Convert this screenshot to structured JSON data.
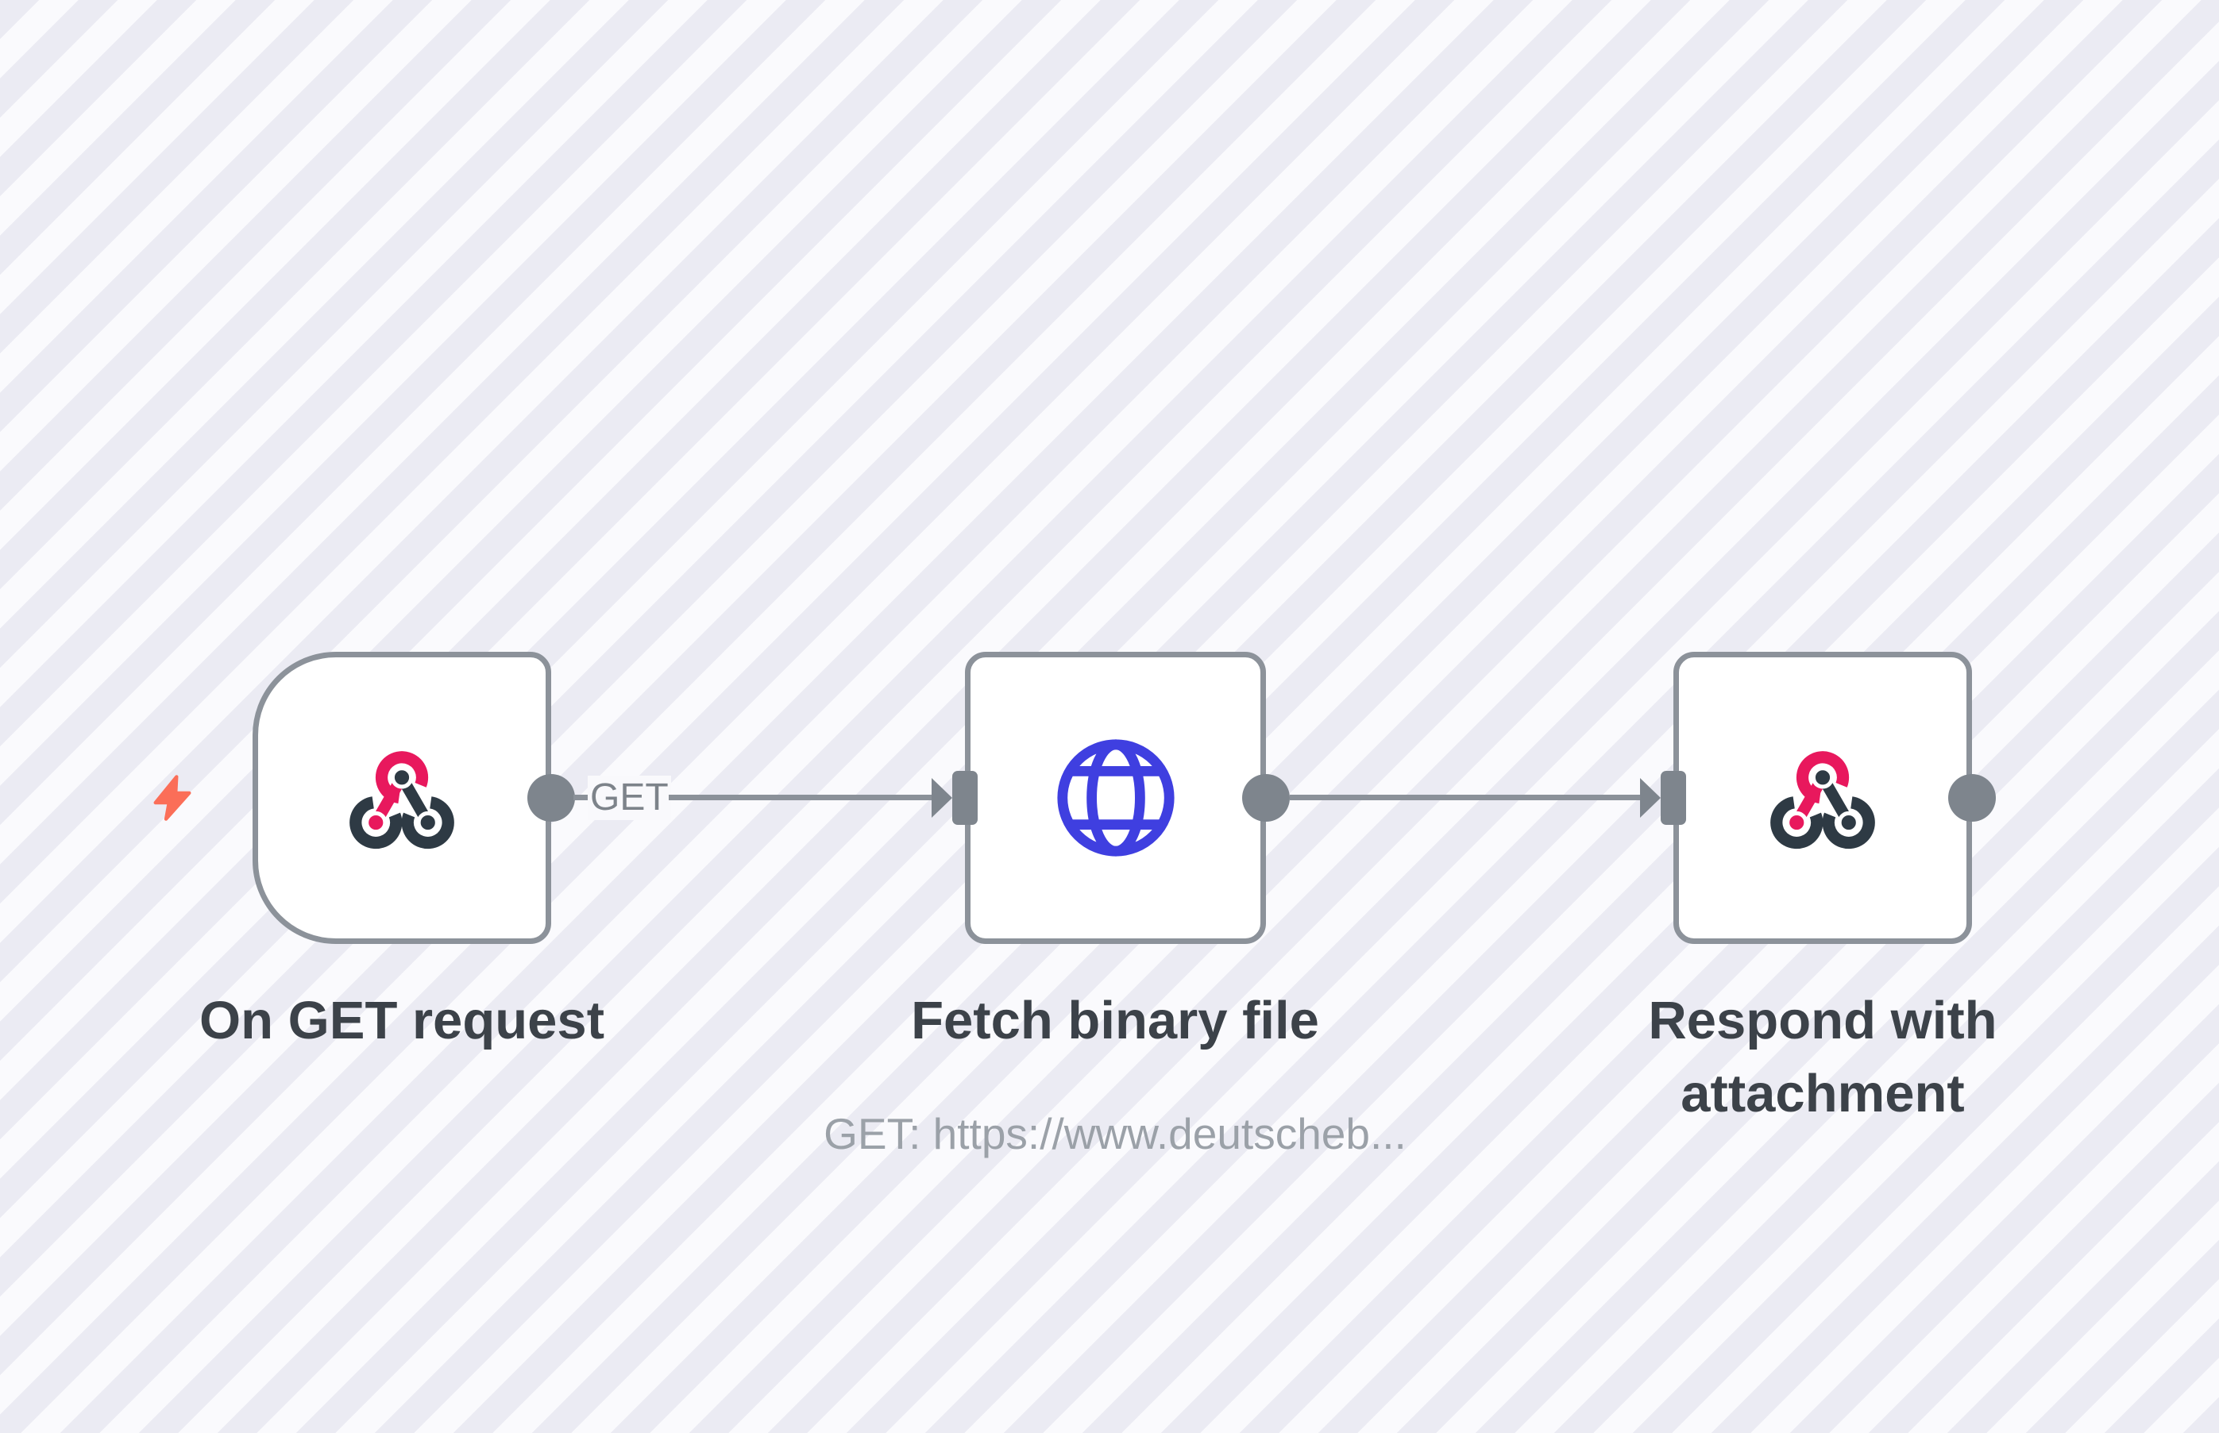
{
  "workflow": {
    "canvas": "n8n-style workflow editor canvas",
    "nodes": [
      {
        "title": "On GET request",
        "type": "webhook-trigger",
        "icon": "webhook-icon",
        "shape": "rounded-left-trigger",
        "subtitle": ""
      },
      {
        "title": "Fetch binary file",
        "type": "http-request",
        "icon": "globe-icon",
        "shape": "square",
        "subtitle": "GET: https://www.deutscheb..."
      },
      {
        "title": "Respond with attachment",
        "type": "respond-to-webhook",
        "icon": "webhook-icon",
        "shape": "square",
        "subtitle": ""
      }
    ],
    "connections": [
      {
        "from": "On GET request",
        "to": "Fetch binary file",
        "label": "GET"
      },
      {
        "from": "Fetch binary file",
        "to": "Respond with attachment",
        "label": ""
      }
    ],
    "trigger_indicator": "lightning-bolt"
  },
  "colors": {
    "canvas_stripe_dark": "#ebebf3",
    "canvas_stripe_light": "#fafafd",
    "node_background": "#ffffff",
    "node_border": "#8c929a",
    "wire": "#8b9199",
    "port": "#7e858d",
    "title_text": "#3c4249",
    "subtitle_text": "#9ba1a8",
    "connection_label_text": "#7d838a",
    "trigger_bolt": "#fb6e58",
    "webhook_pink": "#e8185d",
    "webhook_dark": "#2e3a44",
    "globe_blue": "#3f3fe0"
  }
}
